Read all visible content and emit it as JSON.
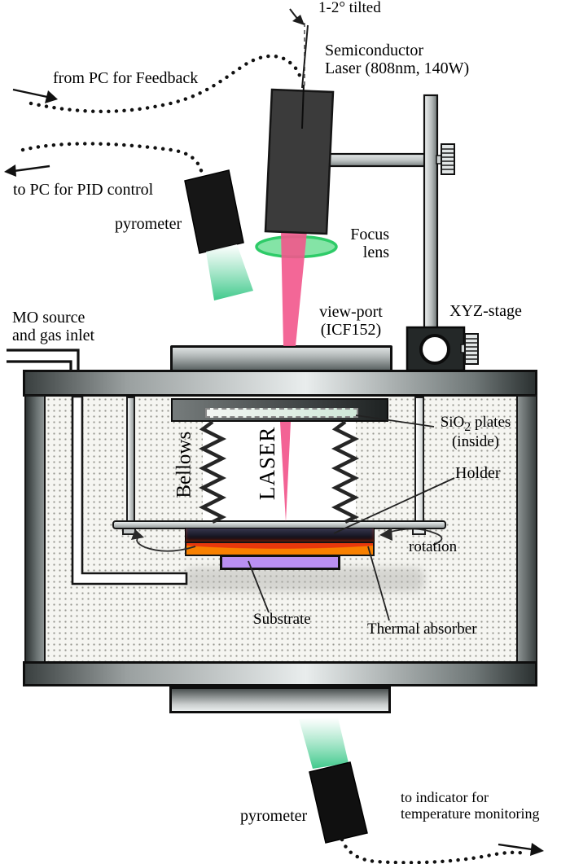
{
  "labels": {
    "tilt": "1-2° tilted",
    "laser_line1": "Semiconductor",
    "laser_line2": "Laser (808nm, 140W)",
    "feedback": "from PC for Feedback",
    "pid": "to PC for PID control",
    "pyrometer_top": "pyrometer",
    "focus_line1": "Focus",
    "focus_line2": "lens",
    "viewport_line1": "view-port",
    "viewport_line2": "(ICF152)",
    "xyz_stage": "XYZ-stage",
    "mo_line1": "MO source",
    "mo_line2": "and gas inlet",
    "bellows": "Bellows",
    "laser_beam_text": "LASER",
    "sio2_base": "SiO",
    "sio2_sub": "2",
    "sio2_rest": " plates",
    "sio2_line2": "(inside)",
    "holder": "Holder",
    "rotation": "rotation",
    "substrate": "Substrate",
    "thermal_absorber": "Thermal absorber",
    "pyrometer_bottom": "pyrometer",
    "indicator_line1": "to indicator for",
    "indicator_line2": "temperature monitoring"
  },
  "colors": {
    "beam_pink": "#f2568c",
    "lens_green": "#84e4a6",
    "lens_stroke": "#2ecb68",
    "cone_green": "#3fc98b",
    "absorber_orange": "#f88000",
    "glow_red": "#e8380c",
    "substrate_purple": "#b98ff2",
    "holder_dark": "#10101e",
    "metal_light": "#e9eded",
    "metal_dark": "#2b3131"
  }
}
